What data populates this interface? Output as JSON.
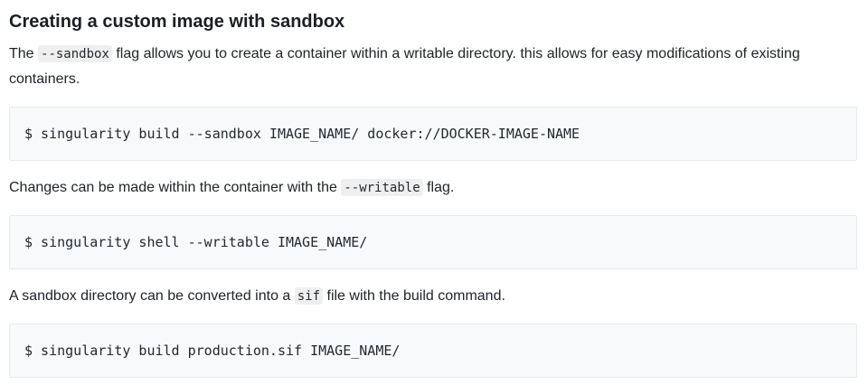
{
  "page": {
    "heading": "Creating a custom image with sandbox",
    "paragraphs": [
      {
        "pre": "The ",
        "code": "--sandbox",
        "post": " flag allows you to create a container within a writable directory. this allows for easy modifications of existing containers."
      },
      {
        "pre": "Changes can be made within the container with the ",
        "code": "--writable",
        "post": " flag."
      },
      {
        "pre": "A sandbox directory can be converted into a ",
        "code": "sif",
        "post": " file with the build command."
      }
    ],
    "code_blocks": [
      "$ singularity build --sandbox IMAGE_NAME/ docker://DOCKER-IMAGE-NAME",
      "$ singularity shell --writable IMAGE_NAME/",
      "$ singularity build production.sif IMAGE_NAME/"
    ],
    "colors": {
      "text": "#212529",
      "code_block_bg": "#f8f9fa",
      "code_block_border": "#e7eaed",
      "inline_code_bg": "#efefef"
    }
  }
}
